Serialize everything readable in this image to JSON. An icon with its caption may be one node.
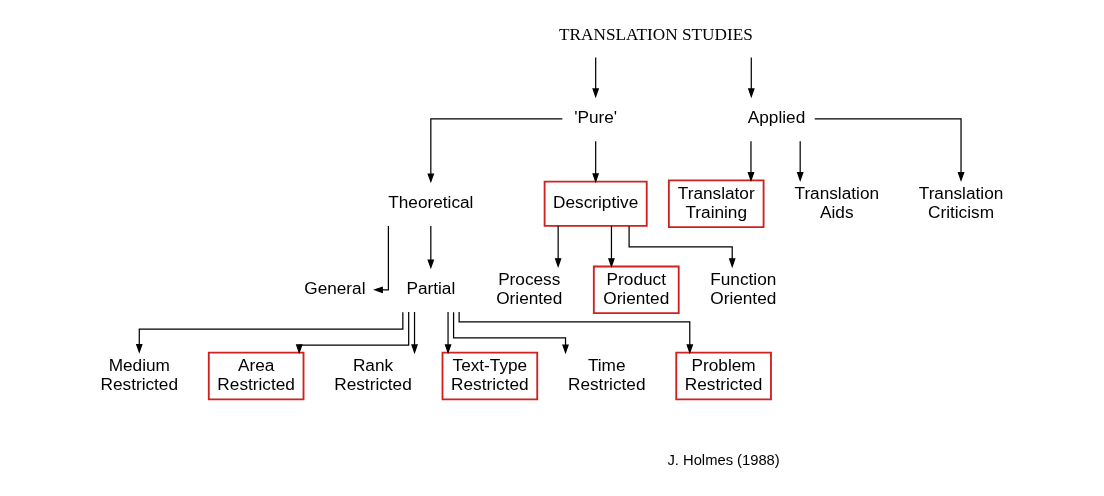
{
  "diagram": {
    "nodes": [
      {
        "text": [
          "TRANSLATION STUDIES"
        ]
      },
      {
        "text": [
          "'Pure'"
        ]
      },
      {
        "text": [
          "Applied"
        ]
      },
      {
        "text": [
          "Theoretical"
        ]
      },
      {
        "text": [
          "Descriptive"
        ]
      },
      {
        "text": [
          "General"
        ]
      },
      {
        "text": [
          "Partial"
        ]
      },
      {
        "text": [
          "Process Oriented"
        ]
      },
      {
        "text": [
          "Product Oriented"
        ]
      },
      {
        "text": [
          "Function Oriented"
        ]
      },
      {
        "text": [
          "Translator Training"
        ]
      },
      {
        "text": [
          "Translation Aids"
        ]
      },
      {
        "text": [
          "Translation Criticism"
        ]
      },
      {
        "text": [
          "Medium Restricted"
        ]
      },
      {
        "text": [
          "Area Restricted"
        ]
      },
      {
        "text": [
          "Rank Restricted"
        ]
      },
      {
        "text": [
          "Text-Type Restricted"
        ]
      },
      {
        "text": [
          "Time Restricted"
        ]
      },
      {
        "text": [
          "Problem Restricted"
        ]
      }
    ],
    "edges": [
      {
        "from": 0,
        "to": 1,
        "arrow": "to"
      },
      {
        "from": 0,
        "to": 2,
        "arrow": "to"
      },
      {
        "from": 1,
        "to": 3,
        "arrow": "to"
      },
      {
        "from": 1,
        "to": 4,
        "arrow": "to"
      },
      {
        "from": 3,
        "to": 5,
        "arrow": "to"
      },
      {
        "from": 3,
        "to": 6,
        "arrow": "to"
      },
      {
        "from": 4,
        "to": 7,
        "arrow": "to"
      },
      {
        "from": 4,
        "to": 8,
        "arrow": "to"
      },
      {
        "from": 4,
        "to": 9,
        "arrow": "to"
      },
      {
        "from": 2,
        "to": 10,
        "arrow": "to"
      },
      {
        "from": 2,
        "to": 11,
        "arrow": "to"
      },
      {
        "from": 2,
        "to": 12,
        "arrow": "to"
      },
      {
        "from": 6,
        "to": 13,
        "arrow": "to"
      },
      {
        "from": 6,
        "to": 14,
        "arrow": "to"
      },
      {
        "from": 6,
        "to": 15,
        "arrow": "to"
      },
      {
        "from": 6,
        "to": 16,
        "arrow": "to"
      },
      {
        "from": 6,
        "to": 17,
        "arrow": "to"
      },
      {
        "from": 6,
        "to": 18,
        "arrow": "to"
      }
    ],
    "labels": [
      "J. Holmes (1988)"
    ]
  }
}
